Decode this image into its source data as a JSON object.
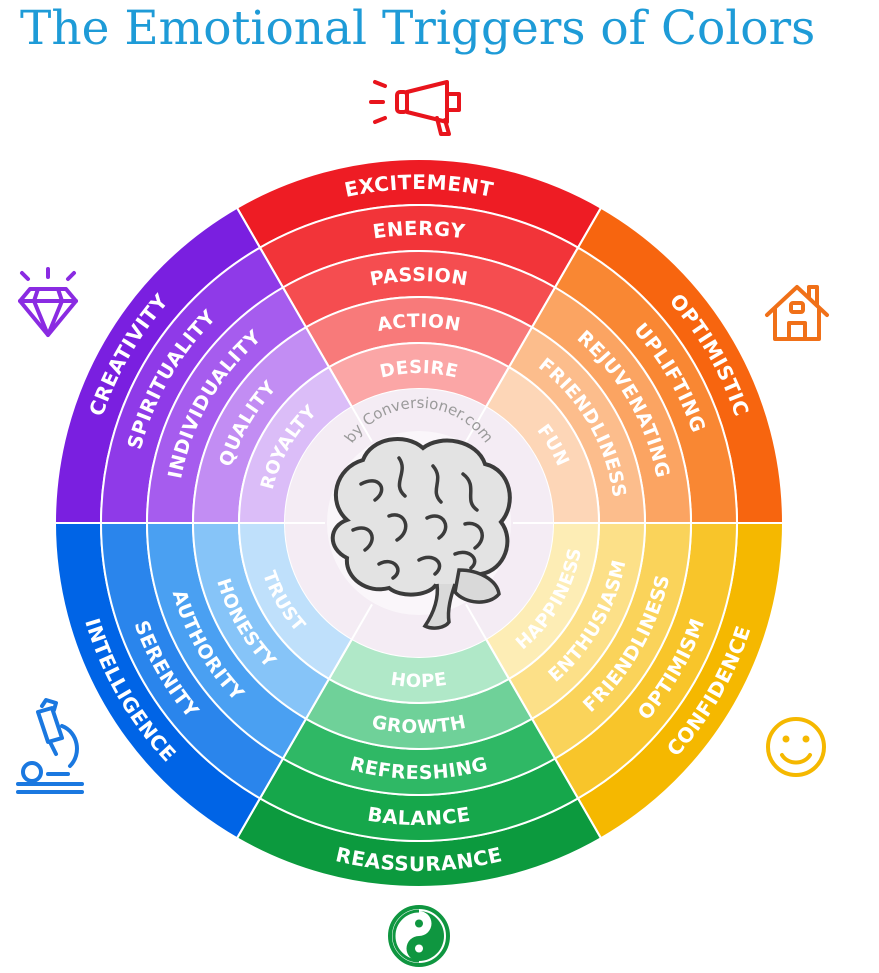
{
  "title": "The Emotional Triggers of Colors",
  "credit": "by Conversioner.com",
  "segments": [
    {
      "id": "red",
      "colors": [
        "#ee1c24",
        "#f23439",
        "#f54d50",
        "#f87a7a",
        "#fba6a6"
      ],
      "labels": [
        "EXCITEMENT",
        "ENERGY",
        "PASSION",
        "ACTION",
        "DESIRE"
      ]
    },
    {
      "id": "orange",
      "colors": [
        "#f7650f",
        "#f98733",
        "#fba462",
        "#fcbd8c",
        "#fdd6b7"
      ],
      "labels": [
        "OPTIMISTIC",
        "UPLIFTING",
        "REJUVENATING",
        "FRIENDLINESS",
        "FUN"
      ]
    },
    {
      "id": "yellow",
      "colors": [
        "#f5b800",
        "#f8c52a",
        "#fad35a",
        "#fce088",
        "#fdedb5"
      ],
      "labels": [
        "CONFIDENCE",
        "OPTIMISM",
        "FRIENDLINESS",
        "ENTHUSIASM",
        "HAPPINESS"
      ]
    },
    {
      "id": "green",
      "colors": [
        "#0c9a3e",
        "#16a74b",
        "#2fb865",
        "#6fd199",
        "#b0e8c8"
      ],
      "labels": [
        "REASSURANCE",
        "BALANCE",
        "REFRESHING",
        "GROWTH",
        "HOPE"
      ]
    },
    {
      "id": "blue",
      "colors": [
        "#0064e6",
        "#2a85ec",
        "#4aa0f2",
        "#86c4f8",
        "#bfe0fb"
      ],
      "labels": [
        "INTELLIGENCE",
        "SERENITY",
        "AUTHORITY",
        "HONESTY",
        "TRUST"
      ]
    },
    {
      "id": "purple",
      "colors": [
        "#7a1fe0",
        "#8f3ae8",
        "#a65cee",
        "#c28df3",
        "#dbbdf8"
      ],
      "labels": [
        "CREATIVITY",
        "SPIRITUALITY",
        "INDIVIDUALITY",
        "QUALITY",
        "ROYALTY"
      ]
    }
  ],
  "icons": {
    "megaphone": {
      "name": "megaphone-icon",
      "color": "#e8141c"
    },
    "house": {
      "name": "house-icon",
      "color": "#f07018"
    },
    "smiley": {
      "name": "smiley-icon",
      "color": "#f5b800"
    },
    "yinyang": {
      "name": "yin-yang-icon",
      "color": "#0f9640"
    },
    "microscope": {
      "name": "microscope-icon",
      "color": "#1a78e0"
    },
    "diamond": {
      "name": "diamond-icon",
      "color": "#8a2be2"
    }
  }
}
